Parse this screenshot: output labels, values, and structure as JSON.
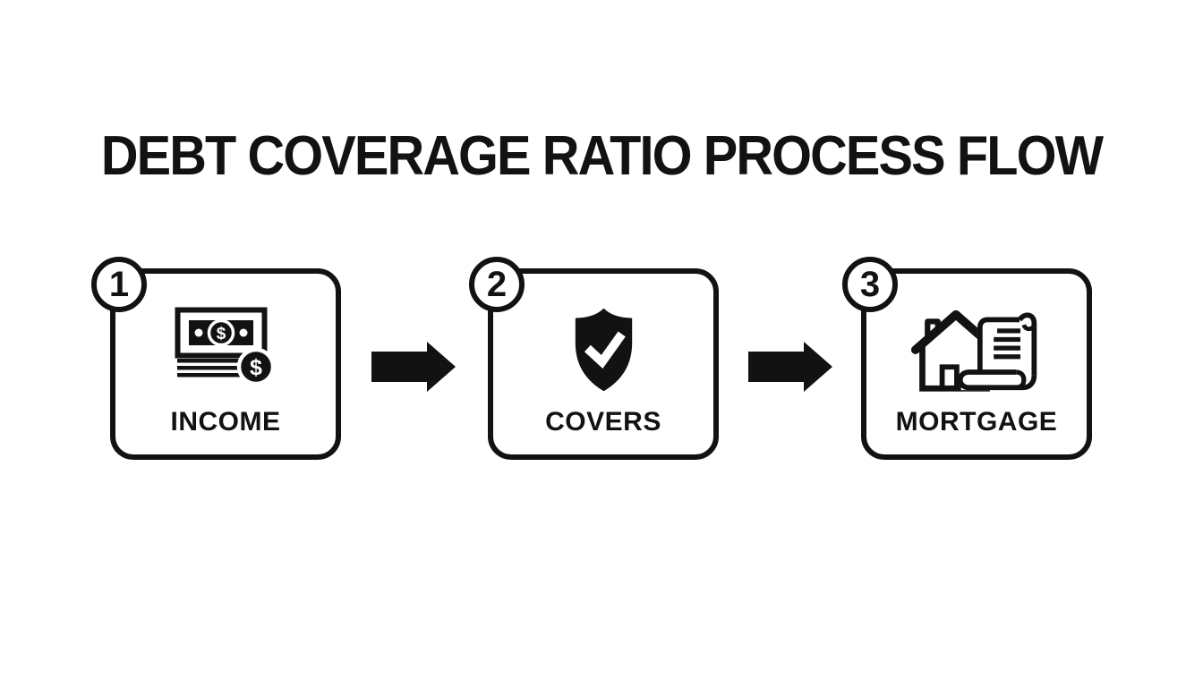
{
  "title": "DEBT COVERAGE RATIO PROCESS FLOW",
  "colors": {
    "ink": "#121212",
    "background": "#ffffff"
  },
  "glyphs": {
    "dollar": "$"
  },
  "steps": [
    {
      "number": "1",
      "label": "INCOME",
      "icon": "cash-bills-icon"
    },
    {
      "number": "2",
      "label": "COVERS",
      "icon": "shield-check-icon"
    },
    {
      "number": "3",
      "label": "MORTGAGE",
      "icon": "house-deed-icon"
    }
  ],
  "connectors": [
    {
      "icon": "arrow-right-icon"
    },
    {
      "icon": "arrow-right-icon"
    }
  ]
}
